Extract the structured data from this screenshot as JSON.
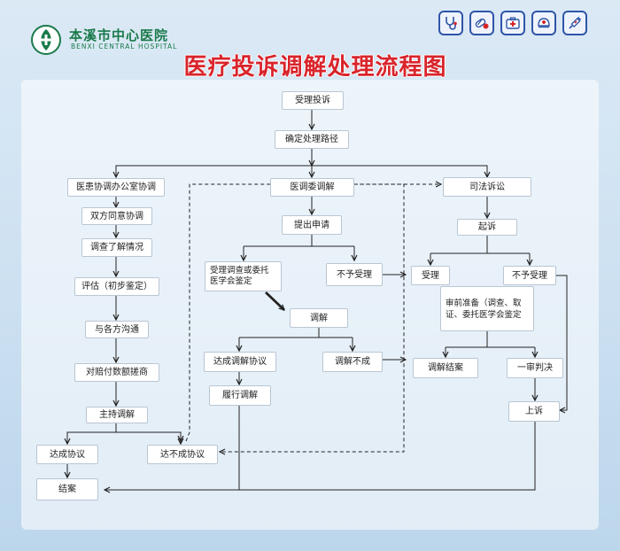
{
  "header": {
    "hospital_name_cn": "本溪市中心医院",
    "hospital_name_en": "BENXI CENTRAL HOSPITAL",
    "title": "医疗投诉调解处理流程图",
    "icons": [
      "stethoscope-icon",
      "pills-icon",
      "first-aid-kit-icon",
      "nurse-cap-icon",
      "syringe-icon"
    ]
  },
  "colors": {
    "title": "#d9242b",
    "logo": "#1a7a4a",
    "icon_border": "#2f55a8",
    "line": "#222222"
  },
  "flow": {
    "accept": "受理投诉",
    "route": "确定处理路径",
    "left": {
      "office": "医患协调办公室协调",
      "mutual_consent": "双方同意协调",
      "investigate": "调查了解情况",
      "assess": "评估（初步鉴定）",
      "communicate": "与各方沟通",
      "negotiate_amount": "对赔付数额搓商",
      "preside": "主持调解",
      "agreement": "达成协议",
      "no_agreement": "达不成协议",
      "close": "结案"
    },
    "middle": {
      "committee": "医调委调解",
      "apply": "提出申请",
      "accept_investigate": "受理调查或委托医学会鉴定",
      "not_accept": "不予受理",
      "mediate": "调解",
      "agreement": "达成调解协议",
      "failed": "调解不成",
      "perform": "履行调解"
    },
    "right": {
      "litigation": "司法诉讼",
      "sue": "起诉",
      "accept": "受理",
      "not_accept": "不予受理",
      "pretrial": "审前准备（调查、取证、委托医学会鉴定",
      "mediation_close": "调解结案",
      "first_trial": "一审判决",
      "appeal": "上诉"
    }
  }
}
